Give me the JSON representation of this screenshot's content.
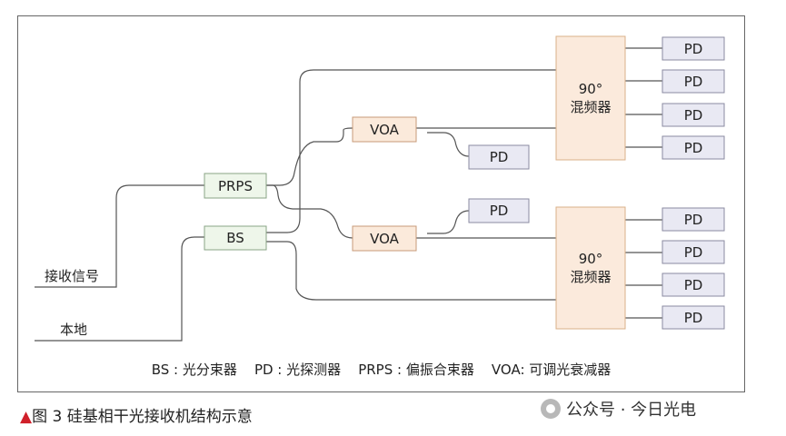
{
  "diagram": {
    "blocks": {
      "prps": "PRPS",
      "bs": "BS",
      "voa_top": "VOA",
      "voa_bottom": "VOA",
      "mixer_top": [
        "90°",
        "混频器"
      ],
      "mixer_bottom": [
        "90°",
        "混频器"
      ],
      "pd": "PD"
    },
    "inputs": {
      "signal": "接收信号",
      "local": "本地"
    }
  },
  "legend": "BS : 光分束器    PD : 光探测器    PRPS : 偏振合束器    VOA: 可调光衰减器",
  "caption": {
    "marker": "▲",
    "text": "图 3  硅基相干光接收机结构示意"
  },
  "watermark": {
    "text": "公众号 · 今日光电"
  },
  "colors": {
    "prps_bs_fill": "#eef6ea",
    "prps_bs_stroke": "#8aa486",
    "voa_fill": "#fbeadb",
    "voa_stroke": "#c79b7a",
    "mixer_fill": "#fbeadc",
    "mixer_stroke": "#d9b089",
    "pd_fill": "#e9e9f3",
    "pd_stroke": "#8a8aa0",
    "caption_marker": "#d0202a"
  }
}
